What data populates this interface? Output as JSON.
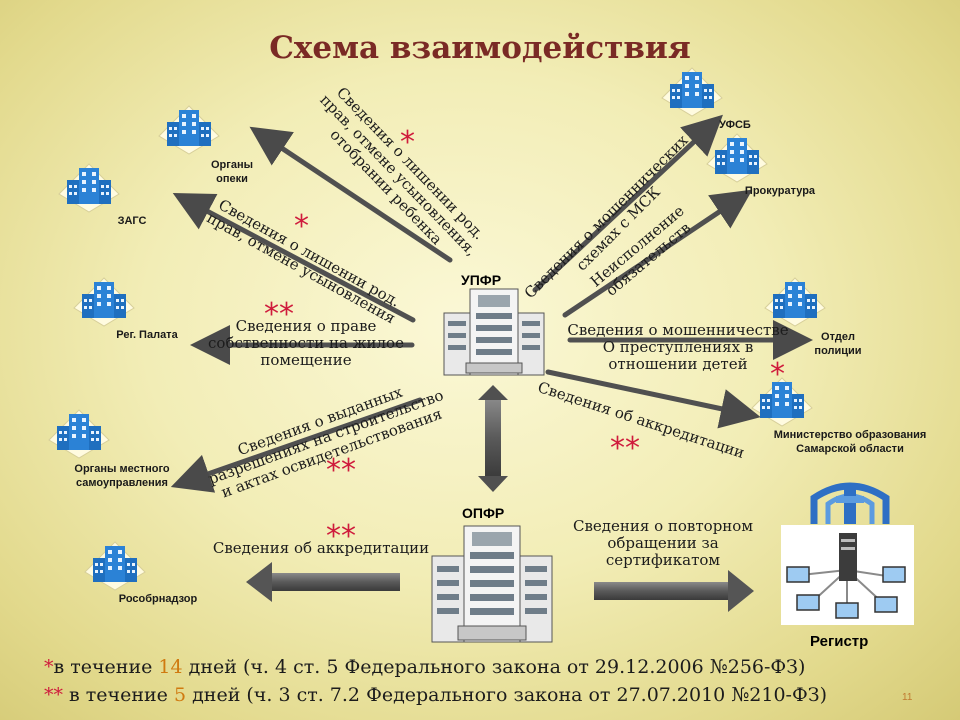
{
  "title": "Схема взаимодействия",
  "hubs": {
    "upfr": "УПФР",
    "opfr": "ОПФР",
    "registry": "Регистр"
  },
  "orgs": {
    "zags": "ЗАГС",
    "opeki": "Органы опеки",
    "ufsb": "УФСБ",
    "prokuratura": "Прокуратура",
    "reg_palata": "Рег. Палата",
    "police": "Отдел полиции",
    "minobr": "Министерство образования Самарской области",
    "local_gov": "Органы местного самоуправления",
    "rosobr": "Рособрнадзор"
  },
  "links": {
    "opeki_l1": "Сведения о лишении род.",
    "opeki_l2": "прав, отмене усыновления,",
    "opeki_l3": "отобрании ребенка",
    "zags_l1": "Сведения о лишении род.",
    "zags_l2": "прав, отмене усыновления",
    "palata_l1": "Сведения о праве",
    "palata_l2": "собственности на жилое",
    "palata_l3": "помещение",
    "local_l1": "Сведения о выданных",
    "local_l2": "разрешениях на строительство",
    "local_l3": "и актах освидетельствования",
    "ufsb_l1": "Сведения о мошеннических",
    "ufsb_l2": "схемах с МСК",
    "prok_l1": "Неисполнение",
    "prok_l2": "обязательств",
    "police_l1": "Сведения о мошенничестве",
    "police_l2": "О преступлениях в",
    "police_l3": "отношении детей",
    "minobr_l1": "Сведения об аккредитации",
    "rosobr_l1": "Сведения об аккредитации",
    "registry_l1": "Сведения о повторном",
    "registry_l2": "обращении за",
    "registry_l3": "сертификатом"
  },
  "marks": {
    "single": "*",
    "double": "**"
  },
  "footnotes": {
    "f1_mark": "*",
    "f1_a": "в течение ",
    "f1_num": "14",
    "f1_b": " дней (ч. 4 ст. 5 Федерального закона от 29.12.2006 №256-ФЗ)",
    "f2_mark": "**",
    "f2_a": " в течение ",
    "f2_num": "5",
    "f2_b": " дней (ч. 3 ст. 7.2 Федерального закона от 27.07.2010 №210-ФЗ)"
  },
  "page_number": "11",
  "colors": {
    "title": "#7a2a25",
    "accent": "#cf1b3c",
    "number": "#d07a10",
    "arrow": "#525252",
    "building": "#1f6fbf"
  }
}
